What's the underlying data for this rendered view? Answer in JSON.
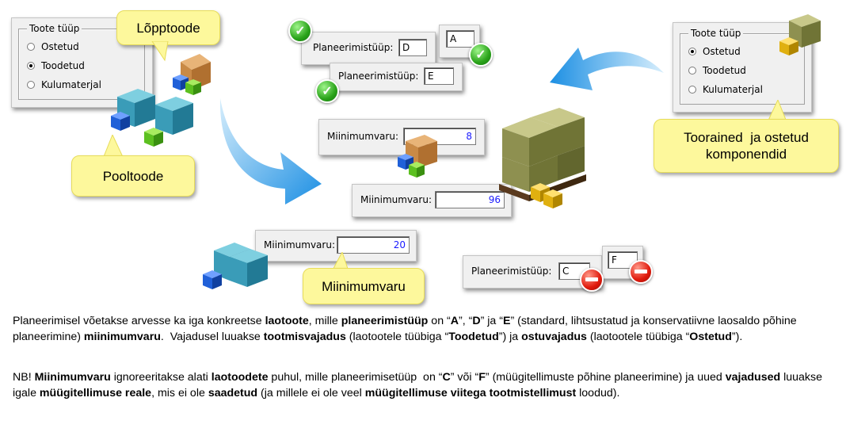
{
  "left_panel": {
    "group_label": "Toote tüüp",
    "options": [
      "Ostetud",
      "Toodetud",
      "Kulumaterjal"
    ],
    "selected": "Toodetud"
  },
  "right_panel": {
    "group_label": "Toote tüüp",
    "options": [
      "Ostetud",
      "Toodetud",
      "Kulumaterjal"
    ],
    "selected": "Ostetud"
  },
  "callouts": {
    "finished": "Lõpptoode",
    "semi": "Pooltoode",
    "raw_line1": "Toorained  ja ostetud",
    "raw_line2": "komponendid",
    "minstock": "Miinimumvaru"
  },
  "planning_top": {
    "label": "Planeerimistüüp:",
    "value1": "D",
    "value2": "A",
    "label2": "Planeerimistüüp:",
    "value3": "E"
  },
  "planning_bottom": {
    "label": "Planeerimistüüp:",
    "value1": "C",
    "value2": "F"
  },
  "min_fields": [
    {
      "label": "Miinimumvaru:",
      "value": "8"
    },
    {
      "label": "Miinimumvaru:",
      "value": "96"
    },
    {
      "label": "Miinimumvaru:",
      "value": "20"
    }
  ],
  "paragraph1": {
    "t1": "Planeerimisel võetakse arvesse ka iga konkreetse ",
    "b1": "laotoote",
    "t2": ", mille ",
    "b2": "planeerimistüüp",
    "t3": " on “",
    "b3": "A",
    "t4": "”, “",
    "b4": "D",
    "t5": "” ja “",
    "b5": "E",
    "t6": "” (standard, lihtsustatud ja konservatiivne laosaldo põhine planeerimine) ",
    "b6": "miinimumvaru",
    "t7": ".  Vajadusel luuakse ",
    "b7": "tootmisvajadus",
    "t8": " (laotootele tüübiga “",
    "b8": "Toodetud",
    "t9": "”) ja ",
    "b9": "ostuvajadus",
    "t10": " (laotootele tüübiga “",
    "b10": "Ostetud",
    "t11": "”)."
  },
  "paragraph2": {
    "t1": "NB! ",
    "b1": "Miinimumvaru",
    "t2": " ignoreeritakse alati ",
    "b2": "laotoodete",
    "t3": " puhul, mille planeerimisetüüp  on “",
    "b3": "C",
    "t4": "” või “",
    "b4": "F",
    "t5": "” (müügitellimuste põhine planeerimine) ja uued ",
    "b5": "vajadused",
    "t6": " luuakse igale ",
    "b6": "müügitellimuse reale",
    "t7": ", mis ei ole ",
    "b7": "saadetud",
    "t8": " (ja millele ei ole veel ",
    "b8": "müügitellimuse viitega tootmistellimust",
    "t9": " loodud)."
  },
  "colors": {
    "callout": "#fdf89c",
    "arrow": "#2f9be6",
    "ok": "#2aa31a",
    "no": "#e01a0c",
    "number": "#1a1aff"
  }
}
